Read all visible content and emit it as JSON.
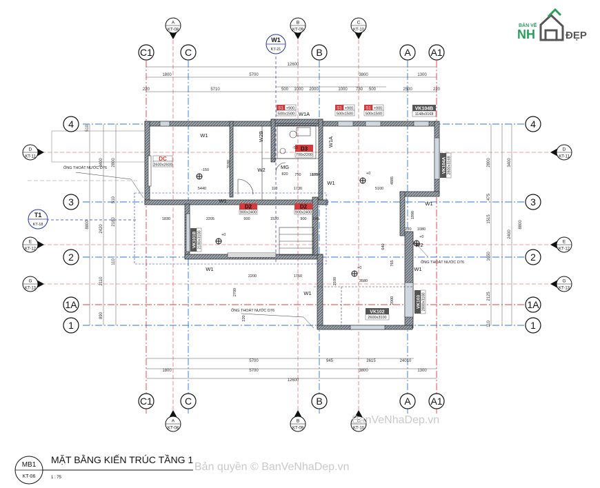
{
  "title": {
    "code": "MB1",
    "ref": "KT-06",
    "text": "MẶT BẰNG KIẾN TRÚC TẦNG 1",
    "scale": "1 : 75"
  },
  "logo": {
    "top": "BẢN VẼ",
    "main_left": "NH",
    "main_right": "ĐẸP"
  },
  "watermarks": {
    "mid": "BanVeNhaDep.vn",
    "bottom": "Bản quyền © BanVeNhaDep.vn"
  },
  "axes_vertical": [
    {
      "label": "C1"
    },
    {
      "label": "C"
    },
    {
      "label": "B"
    },
    {
      "label": "A"
    },
    {
      "label": "A1"
    }
  ],
  "axes_horizontal": [
    {
      "label": "4"
    },
    {
      "label": "3"
    },
    {
      "label": "2"
    },
    {
      "label": "1A"
    },
    {
      "label": "1"
    }
  ],
  "section_top": [
    {
      "letter": "A",
      "ref": "KT-08"
    },
    {
      "letter": "B",
      "ref": "KT-09"
    },
    {
      "letter": "C",
      "ref": "KT-10"
    }
  ],
  "section_bottom": [
    {
      "letter": "A",
      "ref": "KT-08"
    },
    {
      "letter": "B",
      "ref": "KT-09"
    },
    {
      "letter": "C",
      "ref": "KT-10"
    }
  ],
  "section_side_left": [
    {
      "letter": "D",
      "ref": "KT-11"
    },
    {
      "letter": "E",
      "ref": "KT-12"
    },
    {
      "letter": "G",
      "ref": "KT-13"
    }
  ],
  "section_side_right": [
    {
      "letter": "D",
      "ref": "KT-11"
    },
    {
      "letter": "E",
      "ref": "KT-12"
    },
    {
      "letter": "G",
      "ref": "KT-13"
    }
  ],
  "wall_tag_w1": {
    "letter": "W1",
    "ref": "KT-21"
  },
  "tag_t1": {
    "letter": "T1",
    "ref": "KT-18"
  },
  "dims_top": {
    "total": "12600",
    "row1": [
      "1800",
      "5700",
      "3800",
      "1300"
    ],
    "row2": [
      "220",
      "5710",
      "2000",
      "2500",
      "220"
    ],
    "row3": [
      "500",
      "1000",
      "500",
      "780",
      "500"
    ]
  },
  "dims_bottom": {
    "row1": [
      "5700",
      "945",
      "2615",
      "24010"
    ],
    "row2": [
      "1800",
      "5700",
      "3800",
      "1300"
    ],
    "total": "12600"
  },
  "dims_left": [
    "510",
    "3400",
    "2800",
    "510",
    "2180",
    "2420",
    "8800",
    "110",
    "2110",
    "890"
  ],
  "dims_right": [
    "3400",
    "2800",
    "475",
    "1515",
    "1650",
    "8800",
    "2400",
    "2125",
    "110"
  ],
  "windows": [
    {
      "code": "S1",
      "level": "+900",
      "size": "500x1500"
    },
    {
      "code": "S1",
      "level": "+900",
      "size": "500x1500"
    },
    {
      "code": "S1",
      "level": "+900",
      "size": "500x1500"
    }
  ],
  "doors": {
    "dc": {
      "code": "DC",
      "size": "2600x2600"
    },
    "d3": {
      "code": "D3",
      "size": "700x2200"
    },
    "d2a": {
      "code": "D2",
      "size": "900x2400"
    },
    "d2b": {
      "code": "D2",
      "size": "900x2400"
    }
  },
  "vk": {
    "vk104b": {
      "code": "VK104B",
      "size": "1148x3168"
    },
    "vk104a": {
      "code": "VK104A",
      "size": "2800x3168"
    },
    "vk101b": {
      "code": "VK101B",
      "size": "2180x3100"
    },
    "vk102": {
      "code": "VK102",
      "size": "2600x3100"
    },
    "vk103": {
      "code": "VK103",
      "size": "2800x3100"
    }
  },
  "wall_labels": [
    "W1",
    "W1",
    "W1",
    "W1",
    "W1",
    "W1",
    "W1",
    "W2",
    "W2",
    "W2B",
    "W1A",
    "W1A",
    "MG"
  ],
  "notes": {
    "pipe1": "ỐNG THOÁT NƯỚC D76",
    "pipe2": "ỐNG THOÁT NƯỚC D76",
    "pipe3": "ỐNG THOÁT NƯỚC D76"
  },
  "levels": [
    "-150",
    "+0",
    "+0",
    "+0",
    "+0",
    "-50"
  ],
  "inner_dims": [
    "3180",
    "5440",
    "110",
    "1730",
    "750",
    "1600",
    "5100",
    "4885",
    "1830",
    "2205",
    "900",
    "1520",
    "900",
    "145",
    "2200",
    "1750",
    "3580",
    "2100",
    "2000",
    "765",
    "1990",
    "1080",
    "220",
    "640",
    "1750",
    "2700",
    "220",
    "820"
  ]
}
